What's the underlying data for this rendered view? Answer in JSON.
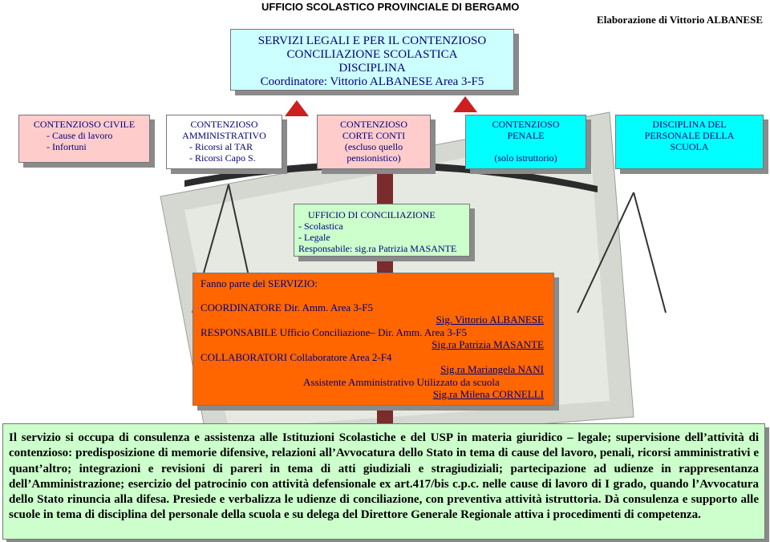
{
  "header": {
    "office": "UFFICIO SCOLASTICO PROVINCIALE DI BERGAMO",
    "author": "Elaborazione di Vittorio ALBANESE"
  },
  "title_box": {
    "line1": "SERVIZI LEGALI E PER IL CONTENZIOSO",
    "line2": "CONCILIAZIONE SCOLASTICA",
    "line3": "DISCIPLINA",
    "line4": "Coordinatore: Vittorio ALBANESE Area 3-F5"
  },
  "categories": {
    "civile": {
      "title": "CONTENZIOSO CIVILE",
      "l1": "-   Cause di lavoro",
      "l2": "-   Infortuni"
    },
    "amministrativo": {
      "title": "CONTENZIOSO",
      "title2": "AMMINISTRATIVO",
      "l1": "-   Ricorsi al TAR",
      "l2": "-   Ricorsi Capo S."
    },
    "conti": {
      "l1": "CONTENZIOSO",
      "l2": "CORTE  CONTI",
      "l3": "(escluso quello",
      "l4": "pensionistico)"
    },
    "penale": {
      "l1": "CONTENZIOSO",
      "l2": "PENALE",
      "l3": "(solo istruttorio)"
    },
    "disciplina": {
      "l1": "DISCIPLINA DEL",
      "l2": "PERSONALE DELLA",
      "l3": "SCUOLA"
    }
  },
  "conciliazione": {
    "title": "UFFICIO DI CONCILIAZIONE",
    "l1": "-    Scolastica",
    "l2": "-    Legale",
    "resp": "Responsabile: sig.ra Patrizia MASANTE"
  },
  "servizio": {
    "heading": "Fanno parte del SERVIZIO:",
    "coord": "COORDINATORE Dir. Amm. Area 3-F5",
    "coord_name": "Sig. Vittorio ALBANESE",
    "resp": "RESPONSABILE Ufficio Conciliazione–  Dir. Amm. Area 3-F5",
    "resp_name": "Sig.ra Patrizia MASANTE",
    "collab": "COLLABORATORI  Collaboratore Area 2-F4",
    "collab_name": "Sig.ra Mariangela NANI",
    "assist": "Assistente Amministrativo Utilizzato da scuola",
    "assist_name": "Sig.ra Milena CORNELLI"
  },
  "description": "Il servizio si occupa di consulenza e assistenza alle Istituzioni Scolastiche e del USP in materia giuridico – legale; supervisione dell’attività di contenzioso: predisposizione di memorie difensive, relazioni all’Avvocatura dello Stato in tema di cause del lavoro, penali, ricorsi amministrativi e quant’altro; integrazioni e revisioni di pareri in tema di atti giudiziali e stragiudiziali; partecipazione ad udienze in rappresentanza dell’Amministrazione; esercizio del patrocinio con attività defensionale ex art.417/bis c.p.c. nelle cause di lavoro di I grado, quando l’Avvocatura dello Stato rinuncia alla difesa. Presiede e verbalizza le udienze di conciliazione, con preventiva attività istruttoria. Dà consulenza e supporto alle scuole in tema di disciplina del personale della scuola e su delega del Direttore Generale Regionale attiva i procedimenti di competenza.",
  "colors": {
    "title_bg": "#ccffff",
    "pink": "#ffcccc",
    "cyan": "#00ffff",
    "green": "#ccffcc",
    "orange": "#ff6600",
    "text_blue": "#00007a"
  }
}
